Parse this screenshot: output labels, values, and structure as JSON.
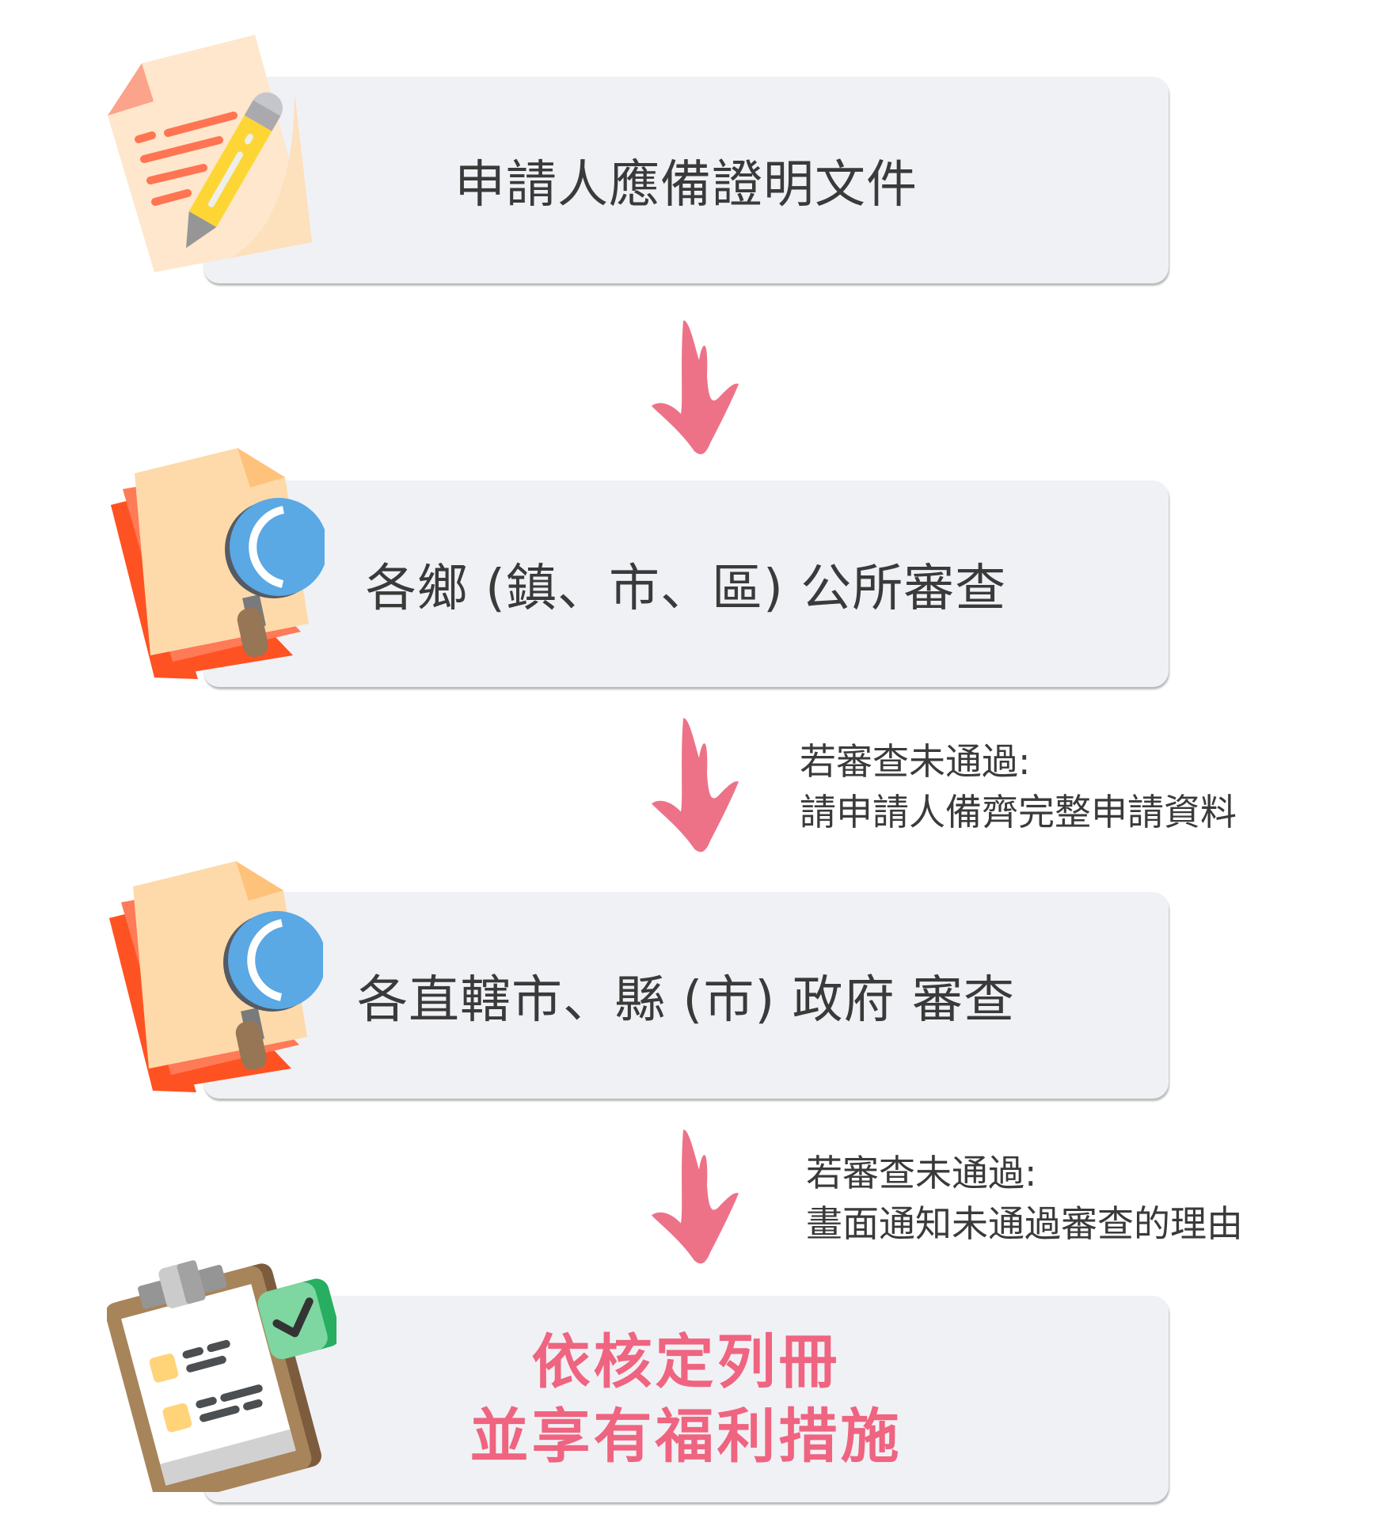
{
  "steps": [
    {
      "label": "申請人應備證明文件",
      "icon": "document-pencil-icon"
    },
    {
      "label": "各鄉 (鎮、市、區) 公所審查",
      "icon": "document-magnifier-icon"
    },
    {
      "label": "各直轄市、縣 (市) 政府 審查",
      "icon": "document-magnifier-icon"
    },
    {
      "label_line1": "依核定列冊",
      "label_line2": "並享有福利措施",
      "icon": "clipboard-check-icon"
    }
  ],
  "notes": [
    {
      "line1": "若審查未通過:",
      "line2": "請申請人備齊完整申請資料"
    },
    {
      "line1": "若審查未通過:",
      "line2": "畫面通知未通過審查的理由"
    }
  ],
  "colors": {
    "card_bg": "#f0f1f5",
    "text": "#3a3a3a",
    "accent_pink": "#ef6480",
    "arrow": "#e8677f"
  }
}
